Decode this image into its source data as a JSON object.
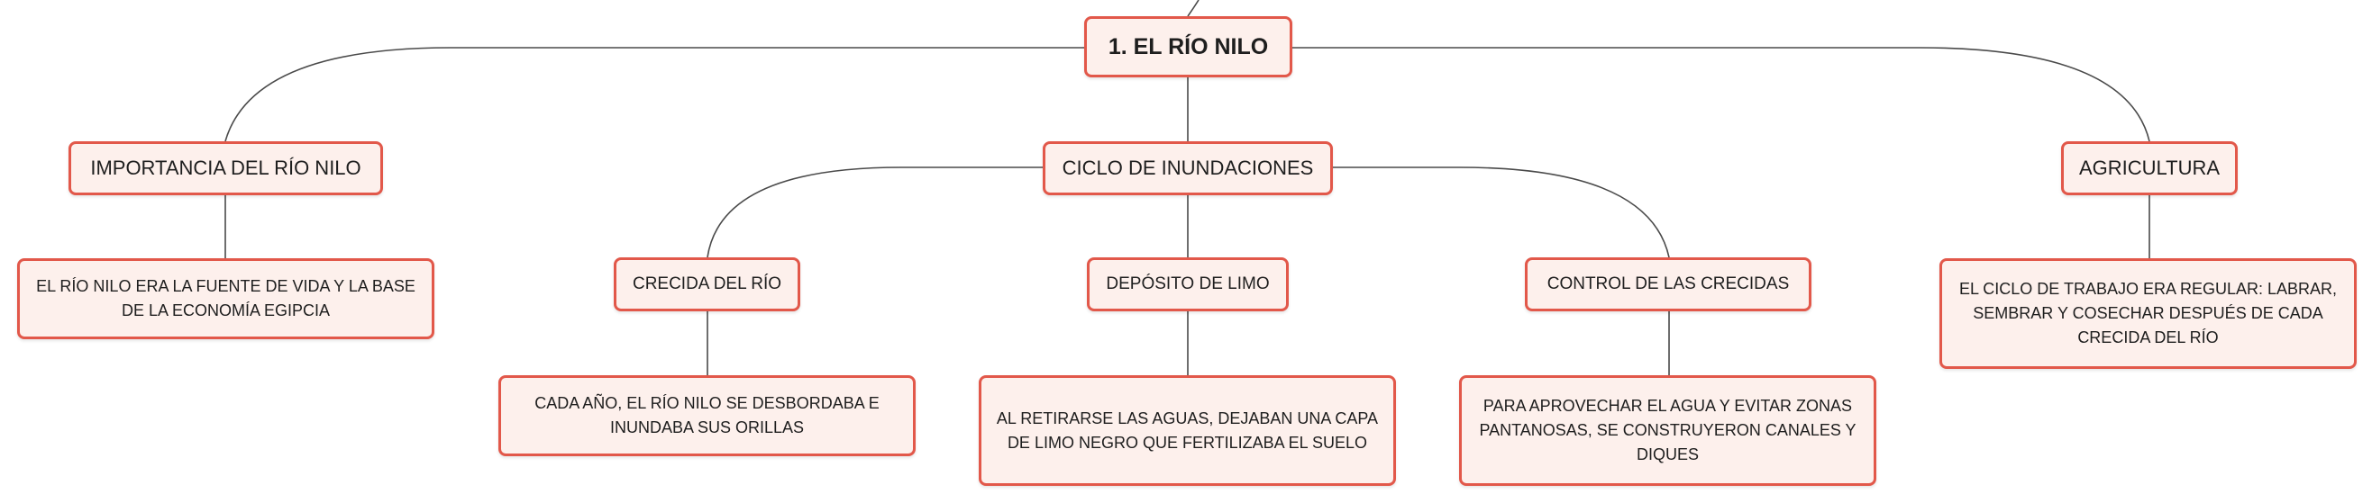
{
  "root": {
    "label": "1. EL RÍO NILO"
  },
  "branches": {
    "importancia": {
      "label": "IMPORTANCIA DEL RÍO NILO"
    },
    "ciclo": {
      "label": "CICLO DE INUNDACIONES"
    },
    "agricultura": {
      "label": "AGRICULTURA"
    }
  },
  "subtopics": {
    "crecida": {
      "label": "CRECIDA DEL RÍO"
    },
    "deposito": {
      "label": "DEPÓSITO DE LIMO"
    },
    "control": {
      "label": "CONTROL DE LAS CRECIDAS"
    }
  },
  "details": {
    "importancia": "EL RÍO NILO ERA LA FUENTE DE VIDA Y LA BASE DE LA ECONOMÍA EGIPCIA",
    "crecida": "CADA AÑO, EL RÍO NILO SE DESBORDABA E INUNDABA SUS ORILLAS",
    "deposito": "AL RETIRARSE LAS AGUAS, DEJABAN UNA CAPA DE LIMO NEGRO QUE FERTILIZABA EL SUELO",
    "control": "PARA APROVECHAR EL AGUA Y EVITAR ZONAS PANTANOSAS, SE CONSTRUYERON CANALES Y DIQUES",
    "agricultura": "EL CICLO DE TRABAJO ERA REGULAR: LABRAR, SEMBRAR Y COSECHAR DESPUÉS DE CADA CRECIDA DEL RÍO"
  },
  "colors": {
    "border": "#e2584a",
    "fill": "#fdf0ec",
    "connector": "#4a4a4a"
  }
}
